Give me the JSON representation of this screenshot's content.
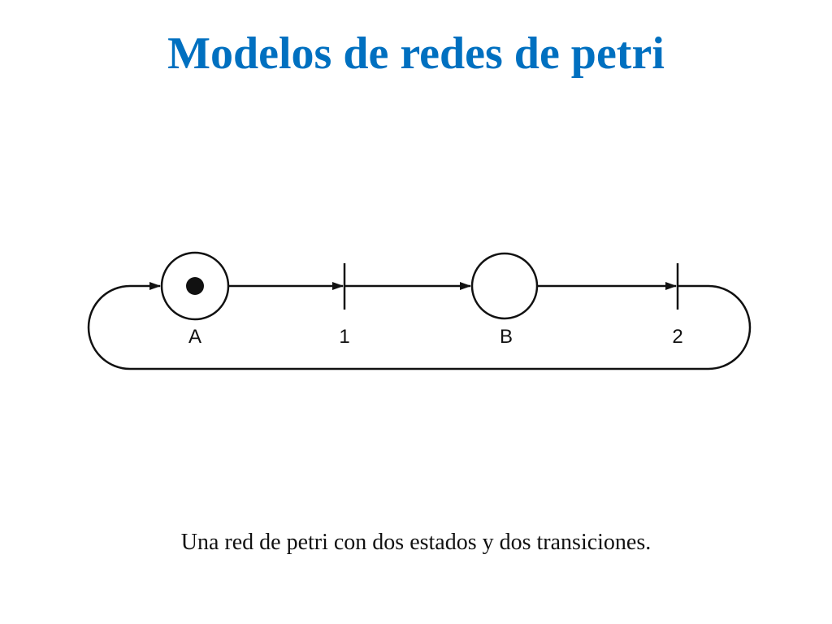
{
  "slide": {
    "title": "Modelos de redes de petri",
    "caption": "Una red de petri con dos estados y dos transiciones."
  },
  "petri_net": {
    "places": [
      {
        "label": "A",
        "tokens": 1
      },
      {
        "label": "B",
        "tokens": 0
      }
    ],
    "transitions": [
      {
        "label": "1"
      },
      {
        "label": "2"
      }
    ],
    "arcs": [
      {
        "from": "A",
        "to": "1"
      },
      {
        "from": "1",
        "to": "B"
      },
      {
        "from": "B",
        "to": "2"
      },
      {
        "from": "2",
        "to": "A"
      }
    ]
  },
  "colors": {
    "title": "#0070C0",
    "ink": "#111111"
  }
}
